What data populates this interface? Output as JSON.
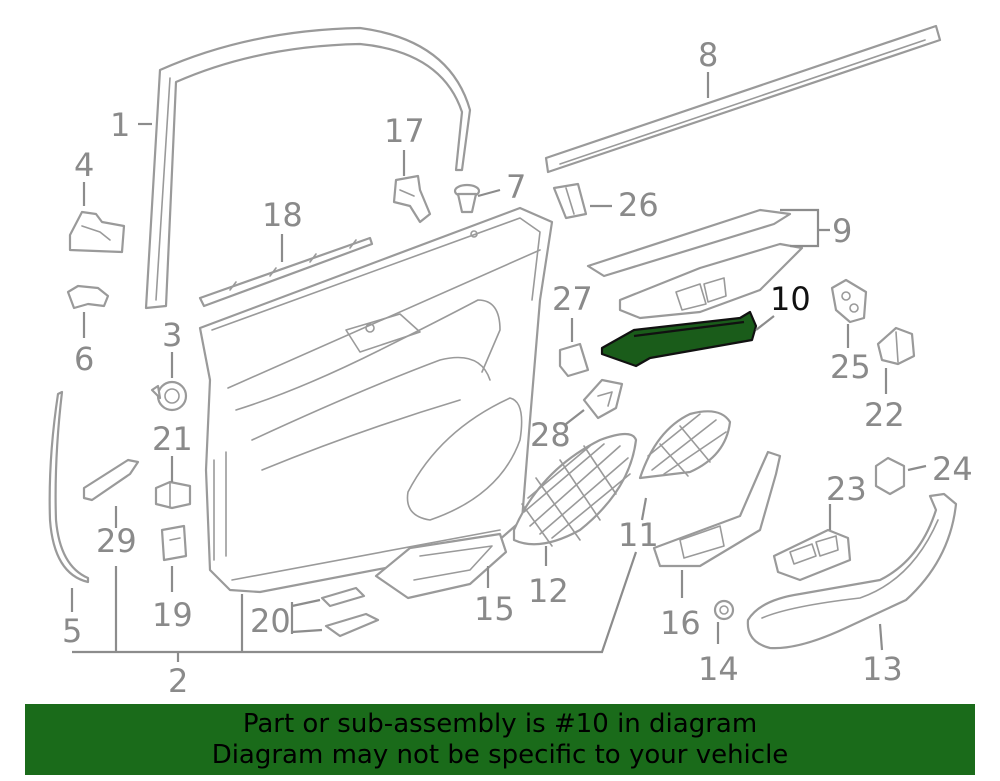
{
  "callouts": [
    "1",
    "2",
    "3",
    "4",
    "5",
    "6",
    "7",
    "8",
    "9",
    "10",
    "11",
    "12",
    "13",
    "14",
    "15",
    "16",
    "17",
    "18",
    "19",
    "20",
    "21",
    "22",
    "23",
    "24",
    "25",
    "26",
    "27",
    "28",
    "29"
  ],
  "highlight_color": "#1a5c1a",
  "banner": {
    "line1": "Part or sub-assembly is #10 in diagram",
    "line2": "Diagram may not be specific to your vehicle",
    "color": "#1a6b1a"
  }
}
